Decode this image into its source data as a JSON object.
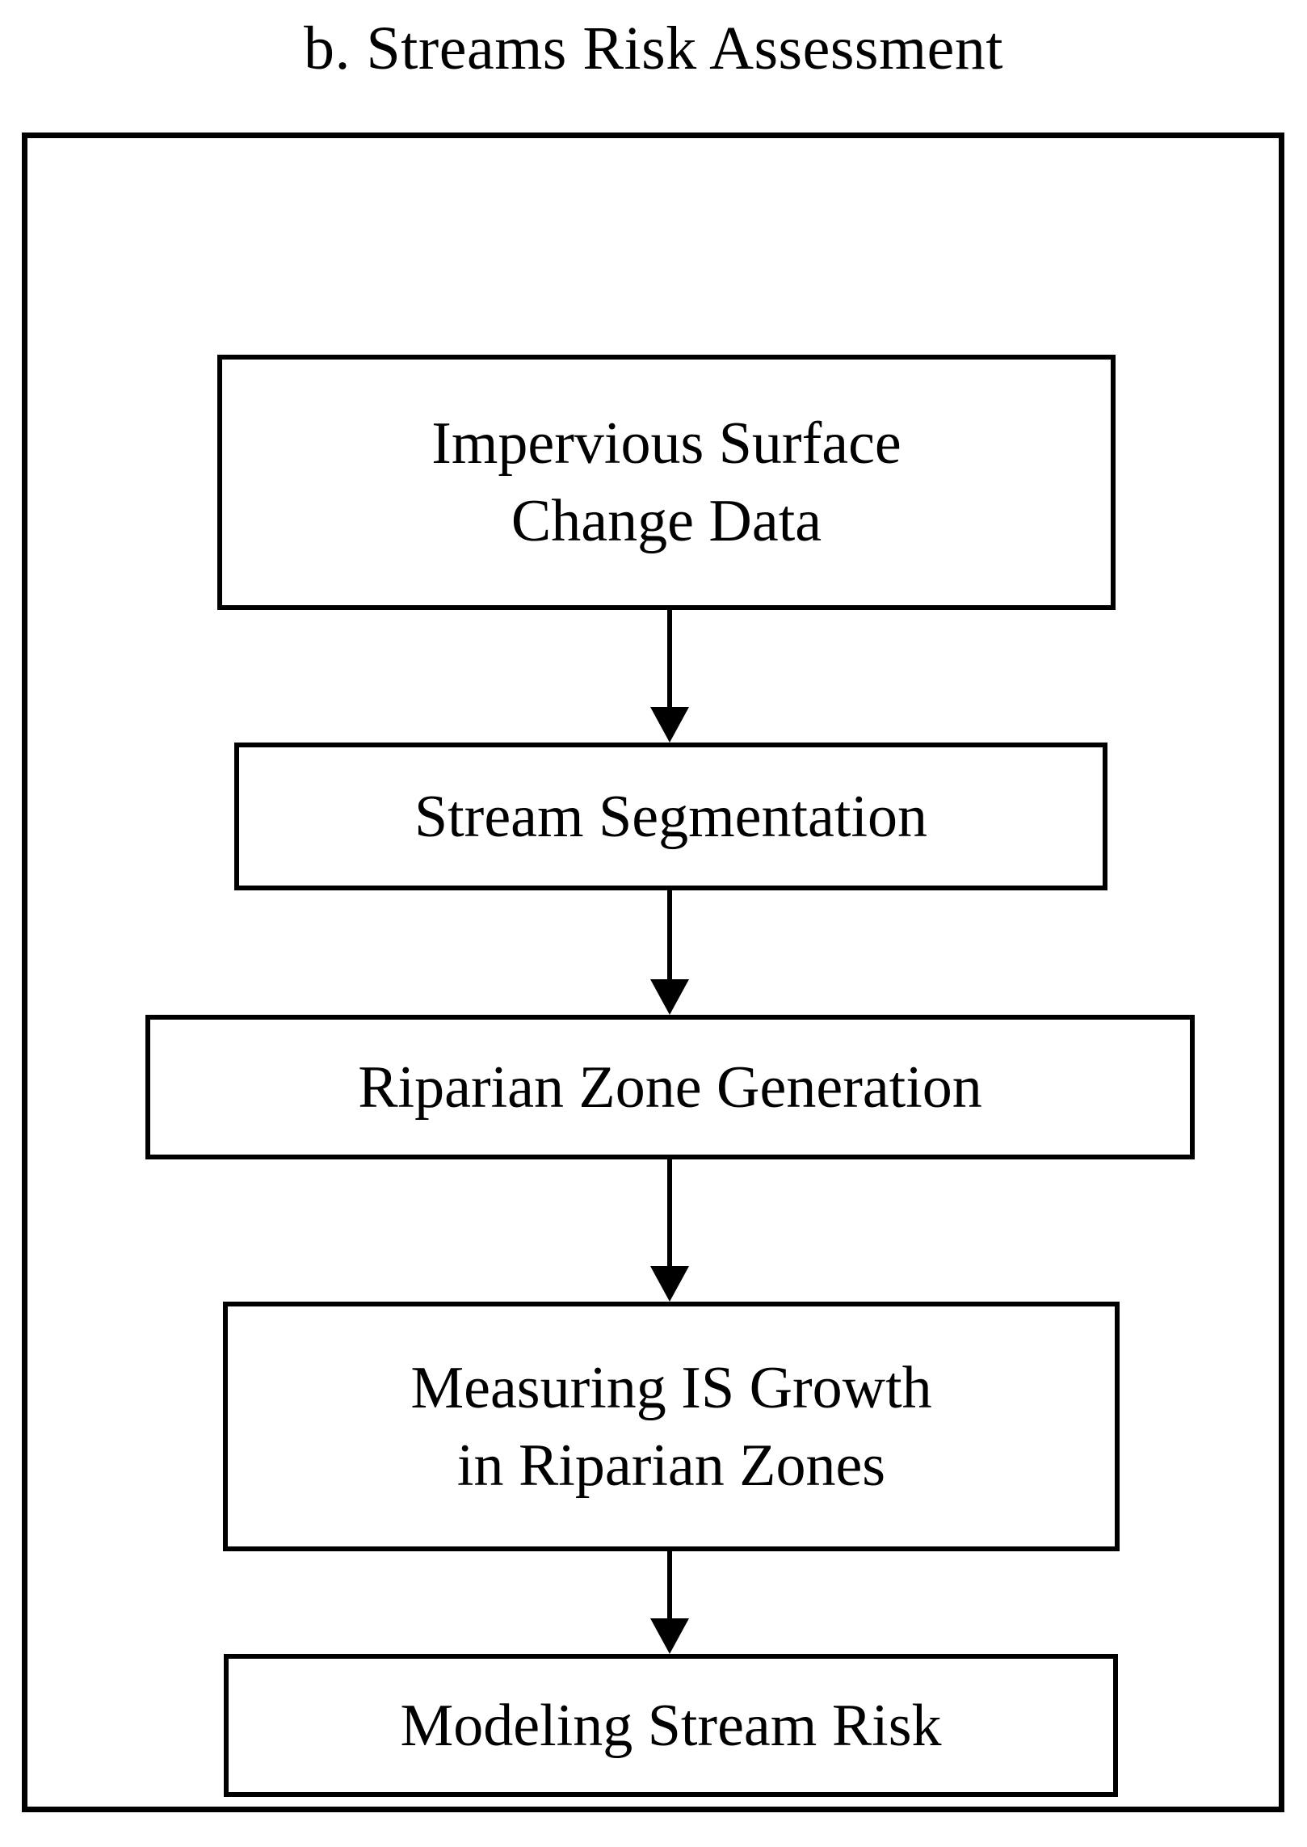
{
  "figure": {
    "title": "b. Streams Risk Assessment",
    "panel_letter": "b",
    "type": "flowchart",
    "orientation": "vertical-top-to-bottom",
    "background_color": "#ffffff",
    "line_color": "#000000",
    "text_color": "#000000"
  },
  "flowchart": {
    "nodes": [
      {
        "id": "node-1",
        "label": "Impervious Surface\nChange Data",
        "lines": [
          "Impervious Surface",
          "Change Data"
        ],
        "shape": "rectangle",
        "order": 1
      },
      {
        "id": "node-2",
        "label": "Stream Segmentation",
        "lines": [
          "Stream Segmentation"
        ],
        "shape": "rectangle",
        "order": 2
      },
      {
        "id": "node-3",
        "label": "Riparian Zone Generation",
        "lines": [
          "Riparian Zone Generation"
        ],
        "shape": "rectangle",
        "order": 3
      },
      {
        "id": "node-4",
        "label": "Measuring IS Growth\nin Riparian Zones",
        "lines": [
          "Measuring IS Growth",
          "in Riparian Zones"
        ],
        "shape": "rectangle",
        "order": 4
      },
      {
        "id": "node-5",
        "label": "Modeling Stream Risk",
        "lines": [
          "Modeling Stream Risk"
        ],
        "shape": "rectangle",
        "order": 5
      }
    ],
    "edges": [
      {
        "id": "edge-1",
        "from": "node-1",
        "to": "node-2",
        "style": "solid-arrow-down",
        "label": ""
      },
      {
        "id": "edge-2",
        "from": "node-2",
        "to": "node-3",
        "style": "solid-arrow-down",
        "label": ""
      },
      {
        "id": "edge-3",
        "from": "node-3",
        "to": "node-4",
        "style": "solid-arrow-down",
        "label": ""
      },
      {
        "id": "edge-4",
        "from": "node-4",
        "to": "node-5",
        "style": "solid-arrow-down",
        "label": ""
      }
    ]
  }
}
